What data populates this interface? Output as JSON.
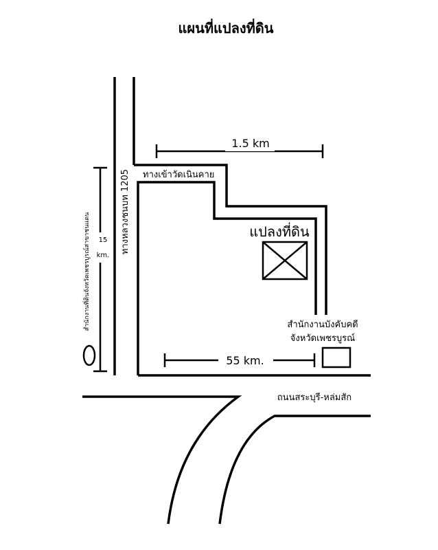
{
  "title": "แผนที่แปลงที่ดิน",
  "roads": {
    "highway_label": "ทางหลวงชนบท 1205",
    "temple_road_label": "ทางเข้าวัดเนินคาย",
    "main_road_label": "ถนนสระบุรี-หล่มสัก"
  },
  "distances": {
    "top_distance": "1.5 km",
    "bottom_distance": "55 km.",
    "left_distance_number": "15",
    "left_distance_unit": "km."
  },
  "landmarks": {
    "plot_label": "แปลงที่ดิน",
    "office_line1": "สำนักงานบังคับคดี",
    "office_line2": "จังหวัดเพชรบูรณ์",
    "land_office_label": "สำนักงานที่ดินจังหวัดเพชรบูรณ์สาขาชนแดน"
  },
  "colors": {
    "ink": "#000000",
    "background": "#ffffff"
  }
}
